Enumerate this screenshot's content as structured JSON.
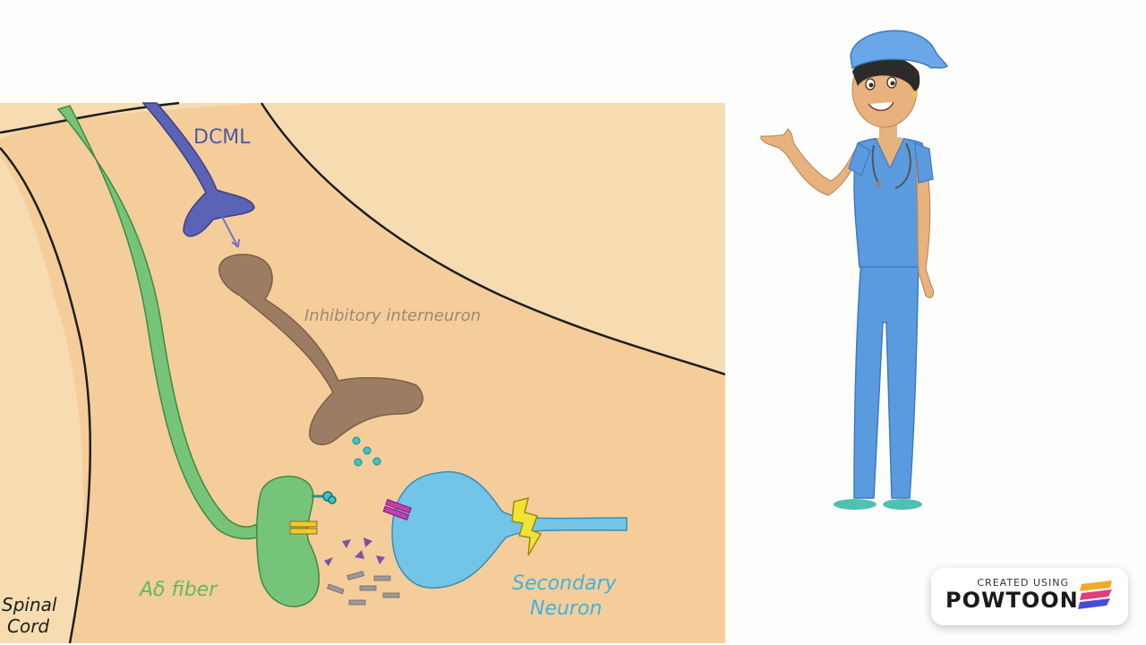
{
  "diagram": {
    "labels": {
      "dcml": "DCML",
      "inhibitory_interneuron": "Inhibitory interneuron",
      "a_delta_fiber": "Aδ fiber",
      "secondary_neuron_line1": "Secondary",
      "secondary_neuron_line2": "Neuron",
      "spinal_cord_line1": "Spinal",
      "spinal_cord_line2": "Cord"
    },
    "colors": {
      "tissue": "#f7dcb1",
      "tissue_inner": "#f5cd9a",
      "dcml_neuron": "#5a63b5",
      "interneuron": "#9c7d63",
      "a_delta_fiber": "#76c47a",
      "secondary_neuron": "#72c5e6",
      "neurotransmitter": "#3cc4c6",
      "action_potential": "#f1e336",
      "character_scrubs": "#5a9be0"
    }
  },
  "character": {
    "name": "nurse-presenter"
  },
  "watermark": {
    "created_using": "CREATED USING",
    "brand": "POWTOON"
  }
}
